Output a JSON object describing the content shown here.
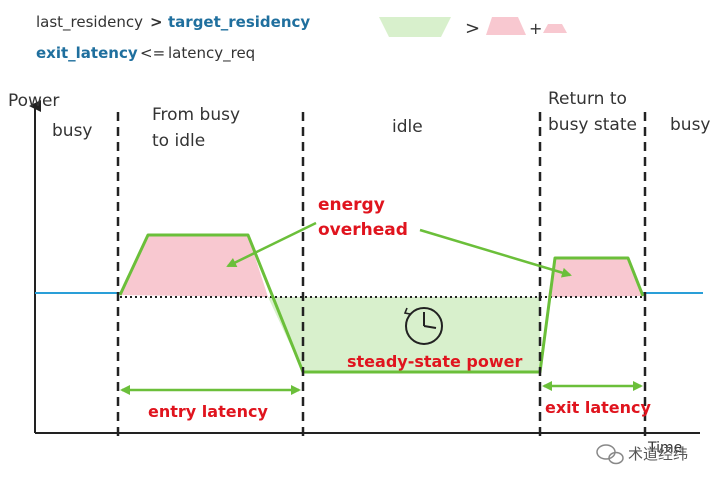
{
  "formula": {
    "line1_left": "last_residency",
    "line1_op": ">",
    "line1_right": "target_residency",
    "line2_left": "exit_latency",
    "line2_op": "<=",
    "line2_right": "latency_req",
    "compare_op": ">",
    "plus": "+"
  },
  "axis": {
    "y_label": "Power",
    "x_label": "Time"
  },
  "phases": {
    "busy_left": "busy",
    "from_busy_line1": "From busy",
    "from_busy_line2": "to idle",
    "idle": "idle",
    "return_line1": "Return to",
    "return_line2": "busy state",
    "busy_right": "busy"
  },
  "annotations": {
    "energy_line1": "energy",
    "energy_line2": "overhead",
    "steady_state": "steady-state power",
    "entry_latency": "entry latency",
    "exit_latency": "exit latency"
  },
  "watermark": {
    "text": "术道经纬"
  },
  "colors": {
    "green_line": "#6bbf3a",
    "green_fill": "#d8f0cc",
    "pink_fill": "#f8c8d0",
    "blue_line": "#2a9fd8",
    "red_text": "#e0141e",
    "blue_text": "#1f6f9e"
  }
}
